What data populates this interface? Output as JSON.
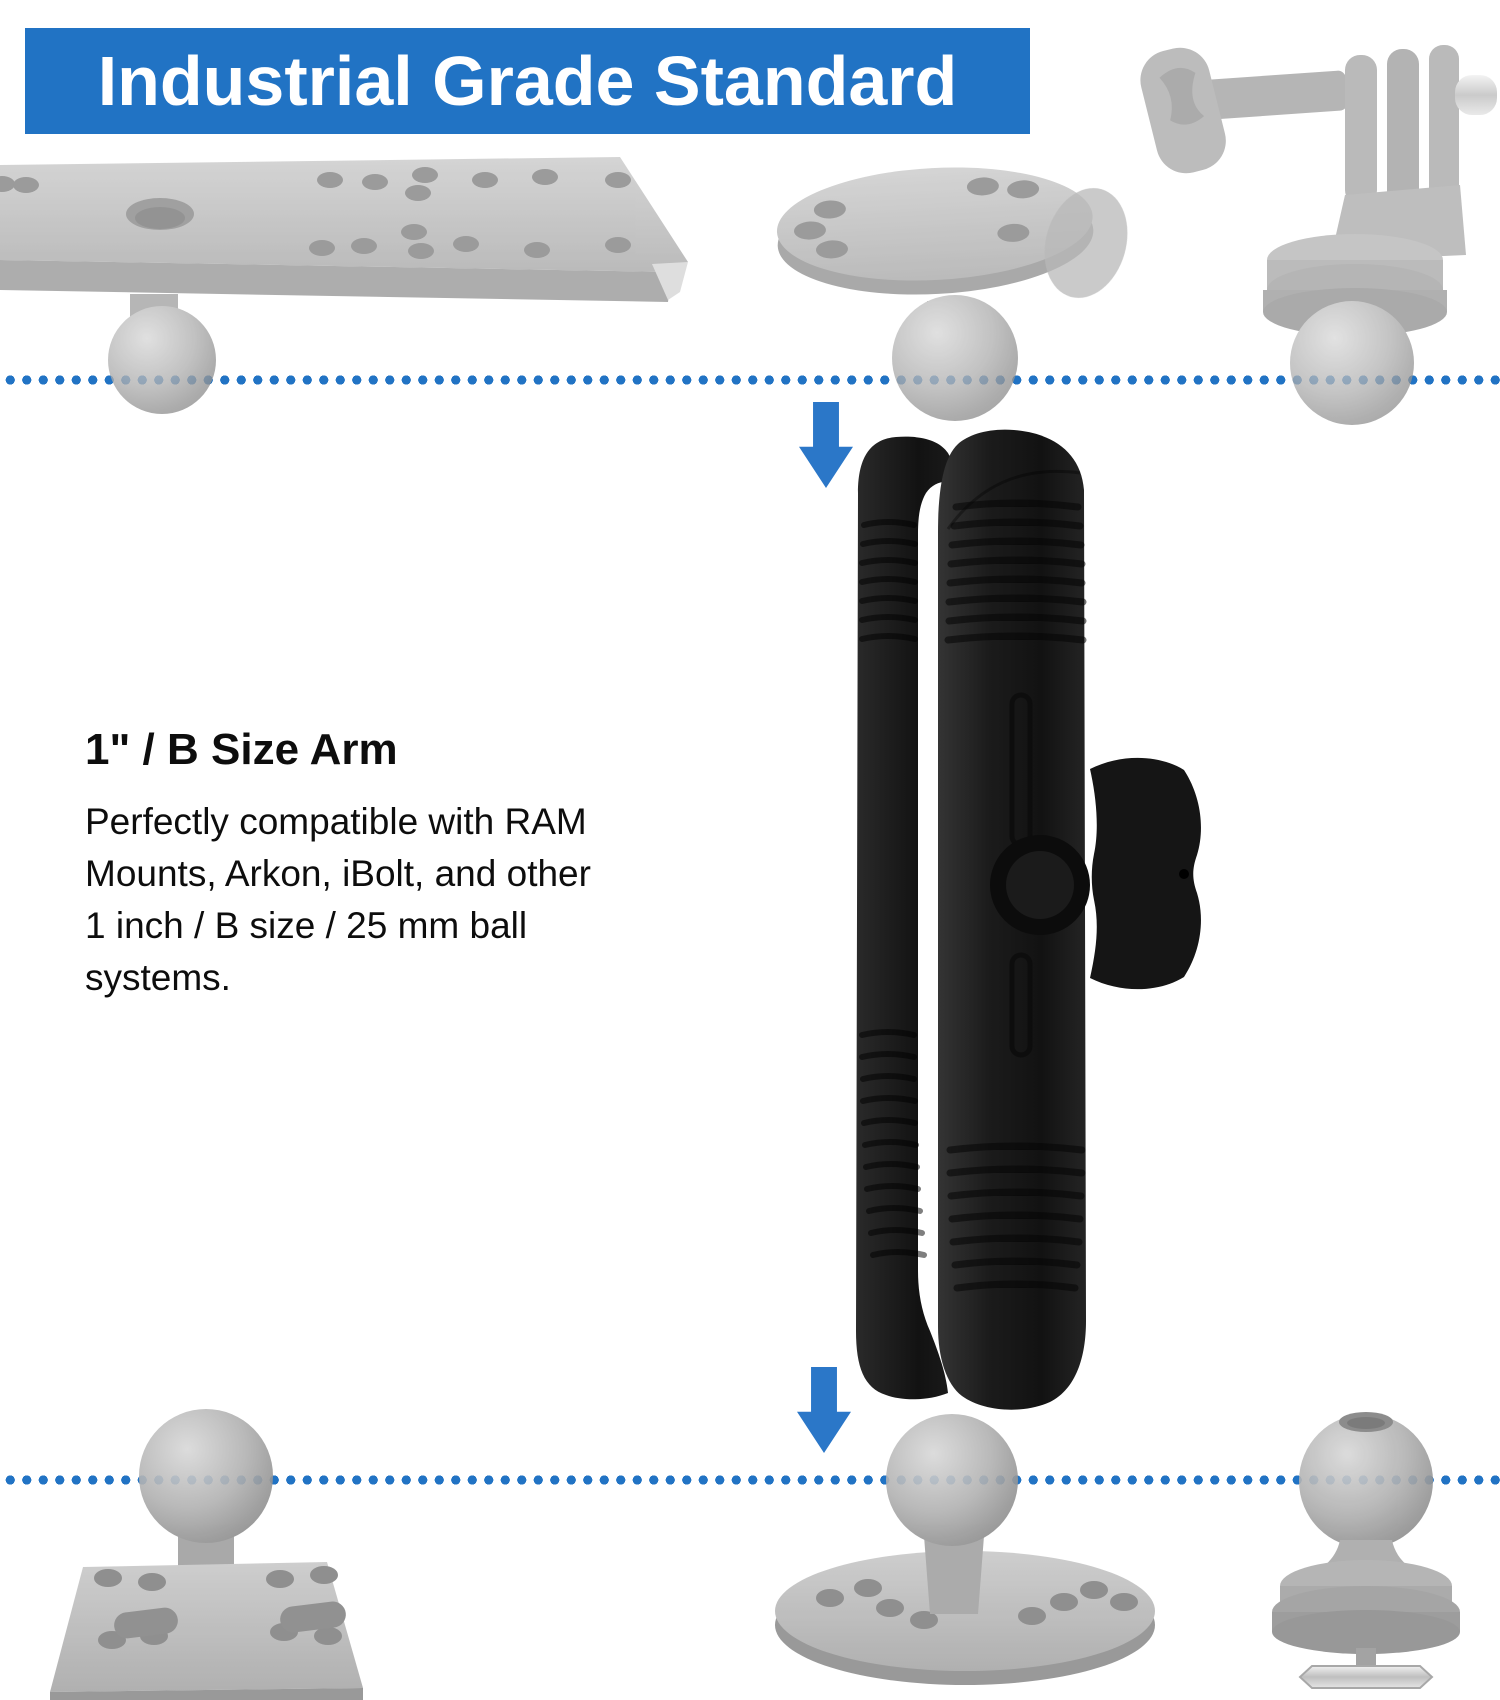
{
  "banner": {
    "title": "Industrial Grade Standard"
  },
  "info": {
    "heading": "1\" / B Size Arm",
    "line1": "Perfectly compatible with RAM",
    "line2": "Mounts, Arkon, iBolt, and other",
    "line3": "1 inch / B size / 25 mm ball",
    "line4": "systems."
  },
  "colors": {
    "banner_blue": "#2173c4",
    "dotted_line_blue": "#2173c4",
    "arrow_blue": "#2b77c8",
    "arm_black": "#1a1a1a",
    "mount_gray": "#b3b3b3",
    "text_black": "#0d0d0d",
    "background": "#ffffff"
  },
  "figures": {
    "top_left": "rectangular-plate-ball-mount",
    "top_center": "round-plate-ball-mount",
    "top_right": "gopro-adapter-ball-mount",
    "center": "double-socket-arm",
    "bottom_left": "square-plate-ball-mount",
    "bottom_center": "round-plate-ball-mount",
    "bottom_right": "ball-track-adapter"
  }
}
